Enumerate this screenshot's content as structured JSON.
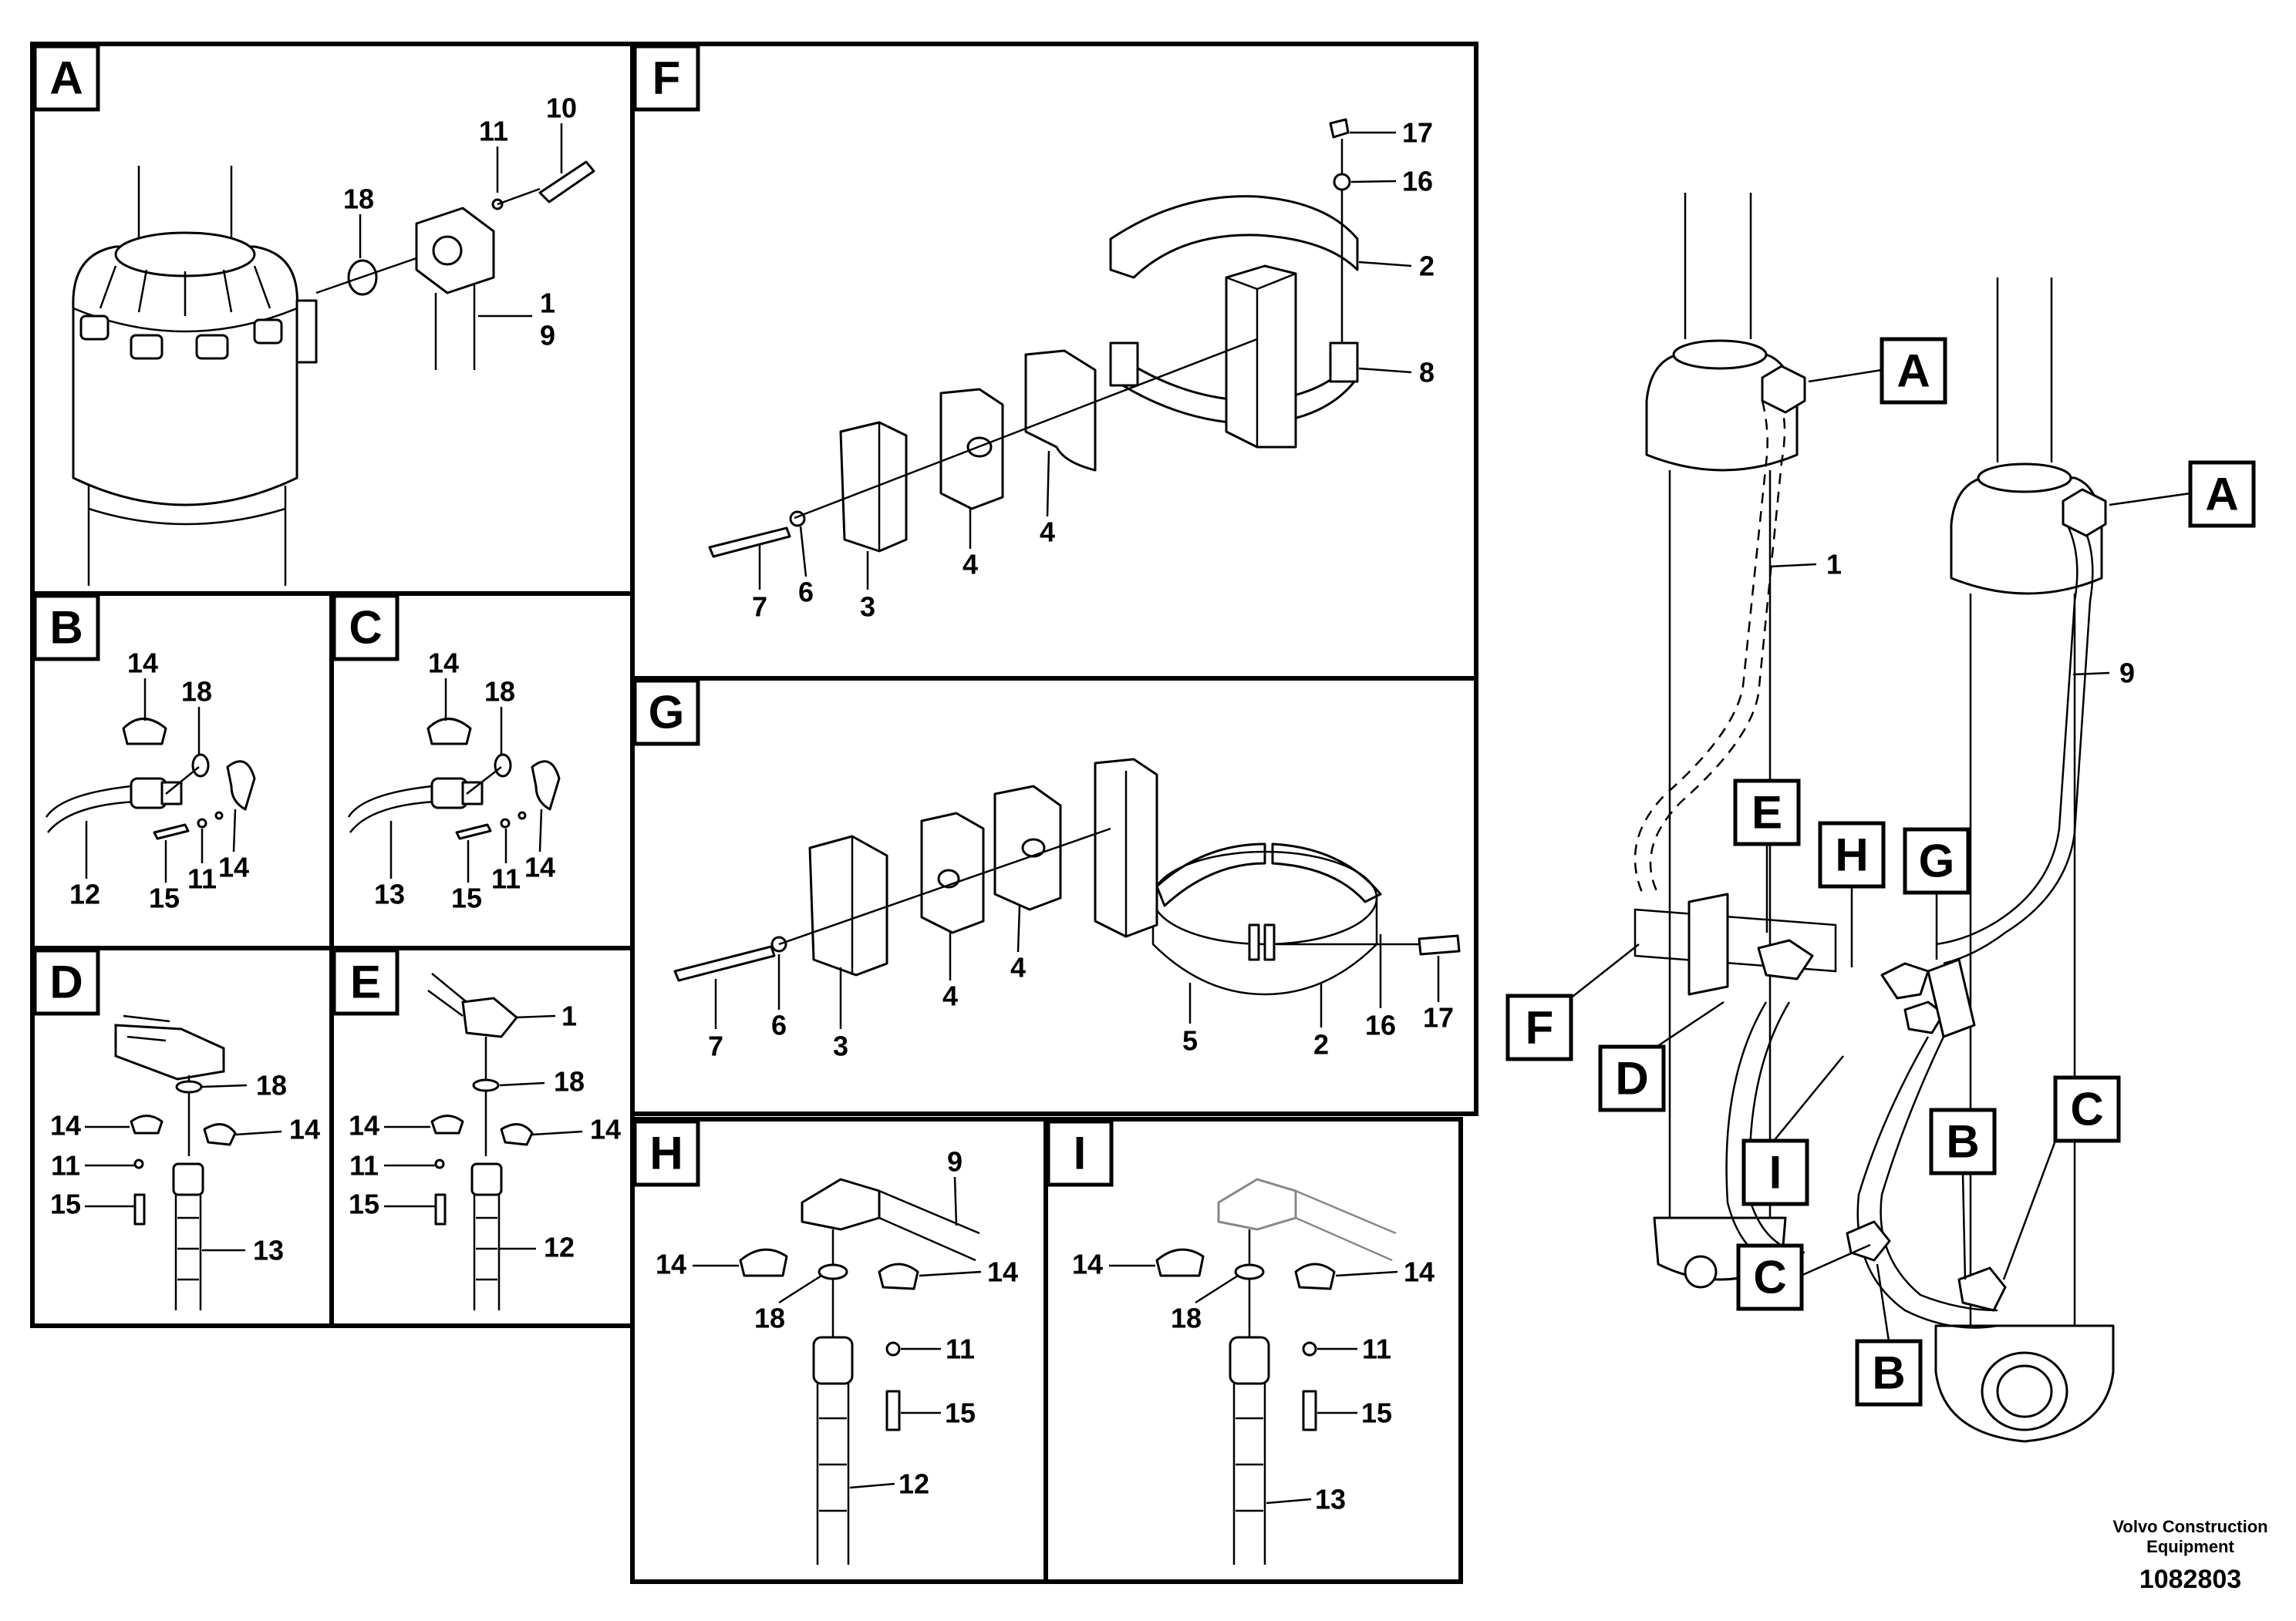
{
  "panels": {
    "A": {
      "letter": "A",
      "labels": {
        "p10": "10",
        "p11": "11",
        "p18": "18",
        "p1": "1",
        "p9": "9"
      }
    },
    "B": {
      "letter": "B",
      "labels": {
        "p14a": "14",
        "p18": "18",
        "p12": "12",
        "p15": "15",
        "p11": "11",
        "p14b": "14"
      }
    },
    "C": {
      "letter": "C",
      "labels": {
        "p14a": "14",
        "p18": "18",
        "p13": "13",
        "p15": "15",
        "p11": "11",
        "p14b": "14"
      }
    },
    "D": {
      "letter": "D",
      "labels": {
        "p18": "18",
        "p14a": "14",
        "p14b": "14",
        "p11": "11",
        "p15": "15",
        "p13": "13"
      }
    },
    "E": {
      "letter": "E",
      "labels": {
        "p1": "1",
        "p18": "18",
        "p14a": "14",
        "p14b": "14",
        "p11": "11",
        "p15": "15",
        "p12": "12"
      }
    },
    "F": {
      "letter": "F",
      "labels": {
        "p17": "17",
        "p16": "16",
        "p2": "2",
        "p8": "8",
        "p7": "7",
        "p6": "6",
        "p3": "3",
        "p4a": "4",
        "p4b": "4"
      }
    },
    "G": {
      "letter": "G",
      "labels": {
        "p7": "7",
        "p6": "6",
        "p3": "3",
        "p4a": "4",
        "p4b": "4",
        "p5": "5",
        "p2": "2",
        "p16": "16",
        "p17": "17"
      }
    },
    "H": {
      "letter": "H",
      "labels": {
        "p9": "9",
        "p14a": "14",
        "p14b": "14",
        "p18": "18",
        "p11": "11",
        "p15": "15",
        "p12": "12"
      }
    },
    "I": {
      "letter": "I",
      "labels": {
        "p14a": "14",
        "p14b": "14",
        "p18": "18",
        "p11": "11",
        "p15": "15",
        "p13": "13"
      }
    }
  },
  "overview": {
    "labels": {
      "p1": "1",
      "p9": "9"
    },
    "callouts": {
      "A1": "A",
      "A2": "A",
      "E": "E",
      "H": "H",
      "G": "G",
      "F": "F",
      "D": "D",
      "I": "I",
      "B1": "B",
      "C1": "C",
      "C2": "C",
      "B2": "B"
    }
  },
  "footer": {
    "company_line1": "Volvo Construction",
    "company_line2": "Equipment",
    "figure_number": "1082803"
  }
}
